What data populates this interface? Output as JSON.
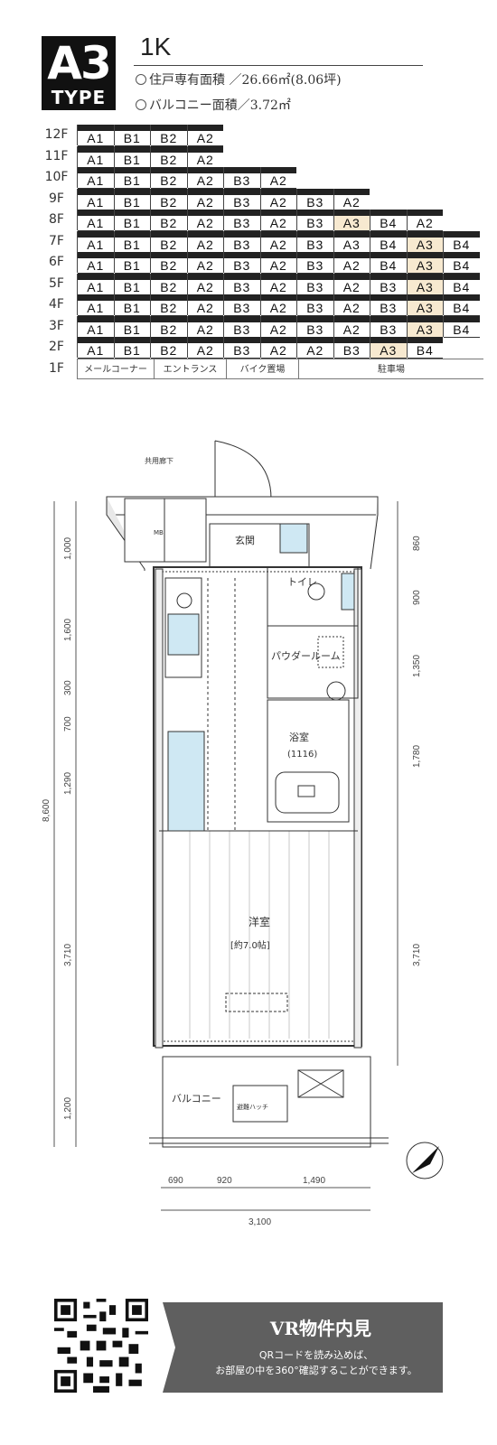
{
  "header": {
    "type_code": "A3",
    "type_word": "TYPE",
    "layout_type": "1K",
    "exclusive_area": "住戸専有面積 ／26.66㎡(8.06坪)",
    "balcony_area": "バルコニー面積／3.72㎡"
  },
  "floor_table": {
    "rows": [
      {
        "floor": "12F",
        "units": [
          "A1",
          "B1",
          "B2",
          "A2"
        ]
      },
      {
        "floor": "11F",
        "units": [
          "A1",
          "B1",
          "B2",
          "A2"
        ]
      },
      {
        "floor": "10F",
        "units": [
          "A1",
          "B1",
          "B2",
          "A2",
          "B3",
          "A2"
        ]
      },
      {
        "floor": "9F",
        "units": [
          "A1",
          "B1",
          "B2",
          "A2",
          "B3",
          "A2",
          "B3",
          "A2"
        ]
      },
      {
        "floor": "8F",
        "units": [
          "A1",
          "B1",
          "B2",
          "A2",
          "B3",
          "A2",
          "B3",
          "A3",
          "B4",
          "A2"
        ]
      },
      {
        "floor": "7F",
        "units": [
          "A1",
          "B1",
          "B2",
          "A2",
          "B3",
          "A2",
          "B3",
          "A3",
          "B4",
          "A3",
          "B4"
        ]
      },
      {
        "floor": "6F",
        "units": [
          "A1",
          "B1",
          "B2",
          "A2",
          "B3",
          "A2",
          "B3",
          "A2",
          "B4",
          "A3",
          "B4"
        ]
      },
      {
        "floor": "5F",
        "units": [
          "A1",
          "B1",
          "B2",
          "A2",
          "B3",
          "A2",
          "B3",
          "A2",
          "B3",
          "A3",
          "B4"
        ]
      },
      {
        "floor": "4F",
        "units": [
          "A1",
          "B1",
          "B2",
          "A2",
          "B3",
          "A2",
          "B3",
          "A2",
          "B3",
          "A3",
          "B4"
        ]
      },
      {
        "floor": "3F",
        "units": [
          "A1",
          "B1",
          "B2",
          "A2",
          "B3",
          "A2",
          "B3",
          "A2",
          "B3",
          "A3",
          "B4"
        ]
      },
      {
        "floor": "2F",
        "units": [
          "A1",
          "B1",
          "B2",
          "A2",
          "B3",
          "A2",
          "A2",
          "B3",
          "A3",
          "B4"
        ]
      }
    ],
    "ground_floor": {
      "floor": "1F",
      "cells": [
        "メールコーナー",
        "エントランス",
        "バイク置場",
        "駐車場"
      ]
    },
    "highlight_color": "#f7e9d0"
  },
  "floorplan": {
    "corridor_label": "共用廊下",
    "entrance_label": "玄関",
    "toilet_label": "トイレ",
    "powder_room_label": "パウダールーム",
    "bath_label": "浴室",
    "bath_size": "(1116)",
    "western_room_label": "洋室",
    "western_room_size": "[約7.0帖]",
    "balcony_label": "バルコニー",
    "slide_door_label": "避難ハッチ",
    "left_dims": [
      "1,000",
      "1,600",
      "300",
      "700",
      "1,290",
      "3,710",
      "1,200"
    ],
    "left_total": "8,600",
    "right_dims": [
      "860",
      "900",
      "1,350",
      "1,780",
      "3,710"
    ],
    "bottom_dims": [
      "690",
      "920",
      "1,490"
    ],
    "bottom_total": "3,100"
  },
  "vr": {
    "title": "VR物件内見",
    "line1": "QRコードを読み込めば、",
    "line2": "お部屋の中を360°確認することができます。",
    "banner_color": "#5f5f5f"
  }
}
